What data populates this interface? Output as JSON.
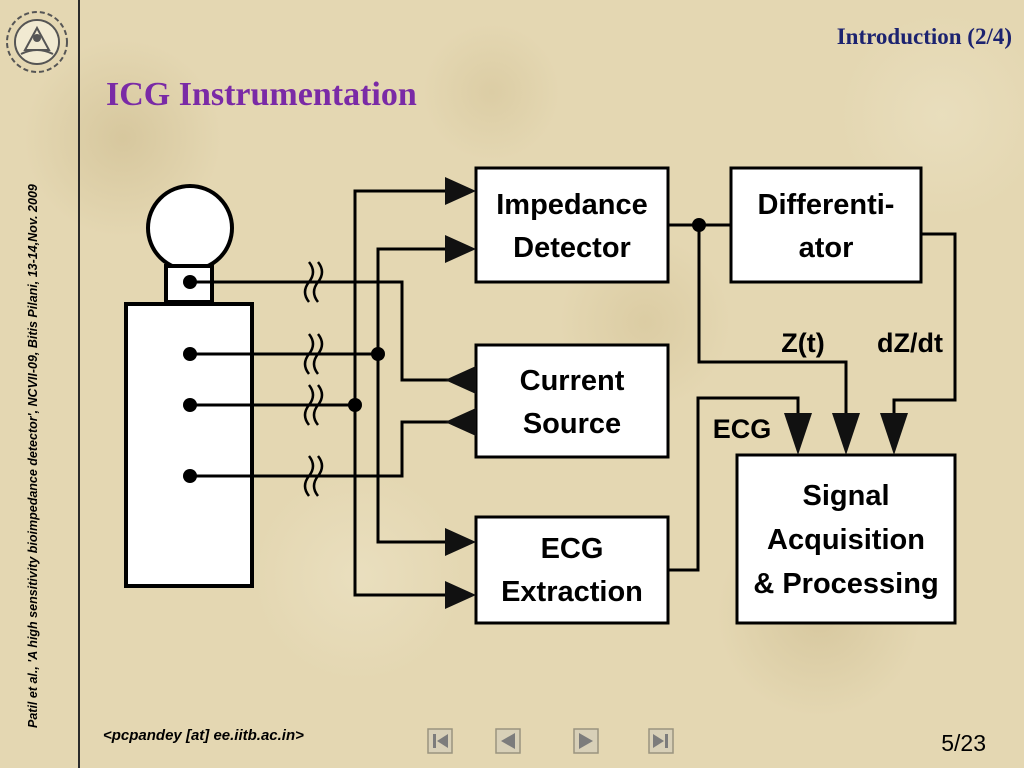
{
  "slide": {
    "section": "Introduction (2/4)",
    "title": "ICG Instrumentation",
    "sidebar_citation": "Patil et al., 'A high sensitivity bioimpedance detector',  NCVII-09, Bitis Pilani, 13-14,Nov. 2009",
    "logo_icon": "institute-seal-icon"
  },
  "diagram": {
    "boxes": {
      "impedance_detector": [
        "Impedance",
        "Detector"
      ],
      "differentiator": [
        "Differenti-",
        "ator"
      ],
      "current_source": [
        "Current",
        "Source"
      ],
      "ecg_extraction": [
        "ECG",
        "Extraction"
      ],
      "signal_acquisition": [
        "Signal",
        "Acquisition",
        "& Processing"
      ]
    },
    "signals": {
      "z": "Z(t)",
      "dz": "dZ/dt",
      "ecg": "ECG"
    }
  },
  "footer": {
    "email": "<pcpandey [at] ee.iitb.ac.in>",
    "page": "5/23",
    "nav_icons": [
      "first-slide-icon",
      "previous-slide-icon",
      "next-slide-icon",
      "last-slide-icon"
    ]
  }
}
